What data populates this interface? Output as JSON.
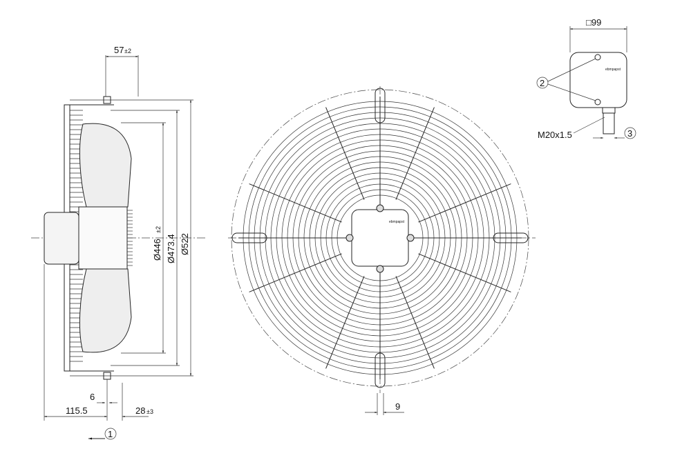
{
  "drawing": {
    "side_view": {
      "dim_axial_offset": "57",
      "dim_axial_offset_tol": "±2",
      "dim_blade_diameter": "Ø446",
      "dim_blade_diameter_tol": "±2",
      "dim_bolt_circle": "Ø473.4",
      "dim_guard_diameter": "Ø522",
      "dim_flange": "6",
      "dim_depth": "115.5",
      "dim_motor_offset": "28",
      "dim_motor_offset_tol": "±3",
      "callout_airflow": "1"
    },
    "front_view": {
      "dim_slot": "9",
      "logo_text": "ebmpapst"
    },
    "terminal_box": {
      "dim_size": "□99",
      "callout_screws": "2",
      "thread_label": "M20x1.5",
      "callout_gland": "3"
    }
  },
  "colors": {
    "line": "#222222",
    "background": "#ffffff"
  }
}
